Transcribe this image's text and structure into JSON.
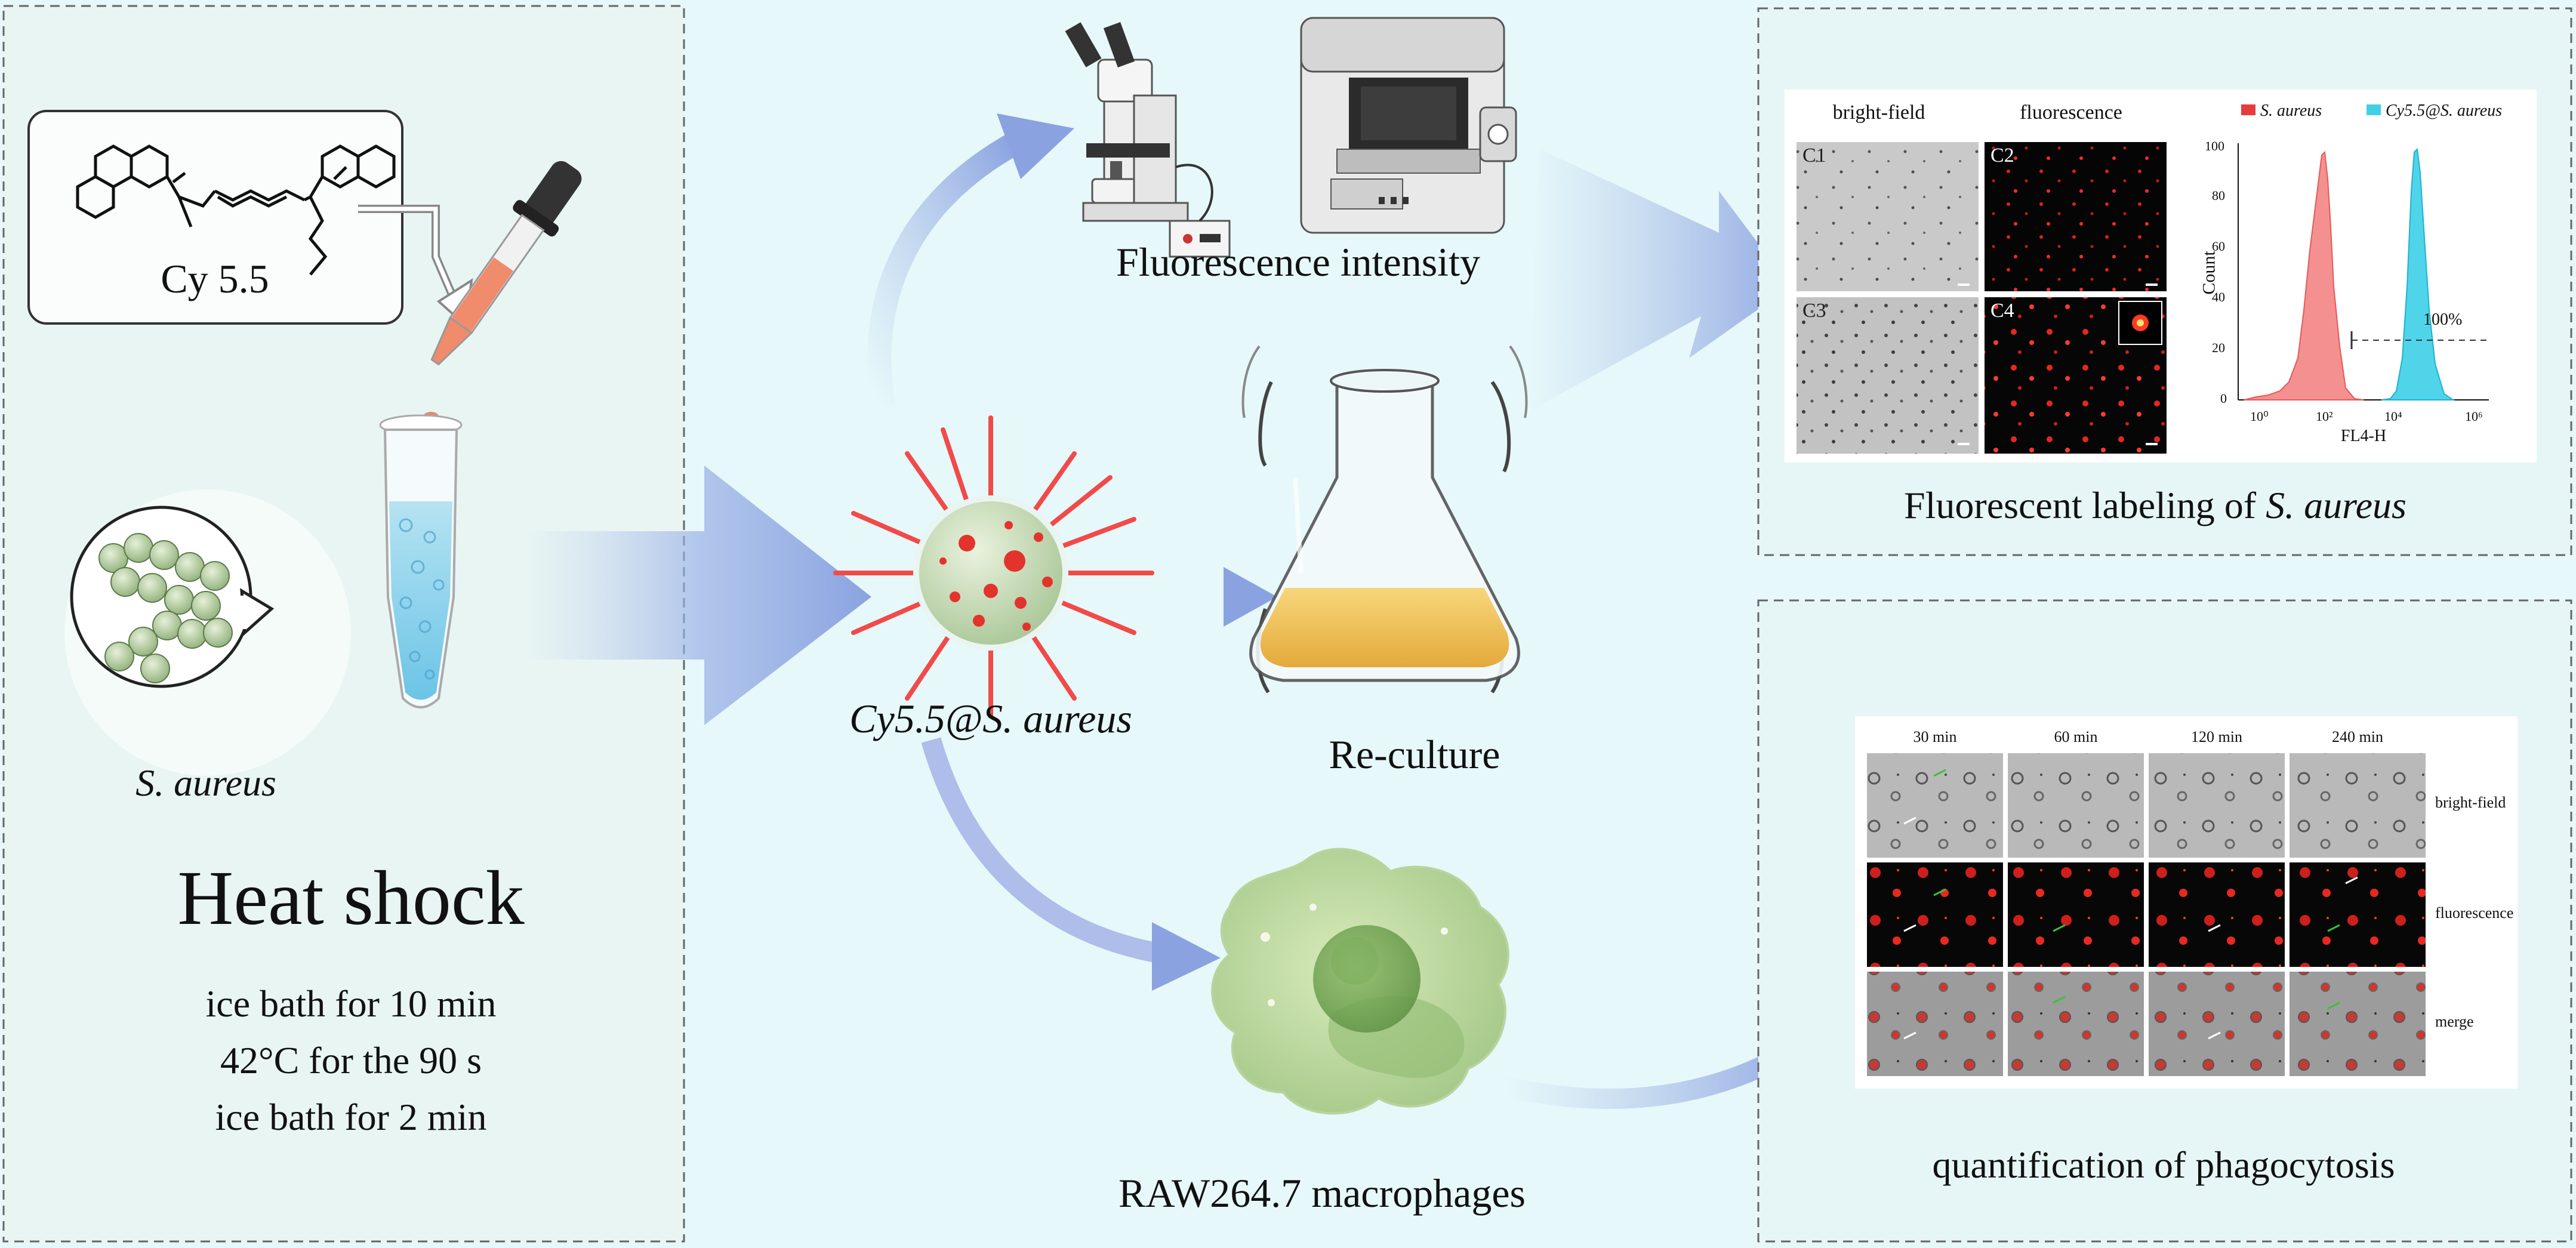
{
  "heat_shock": {
    "dye_label": "Cy 5.5",
    "bacteria_label": "S. aureus",
    "title": "Heat shock",
    "steps": [
      "ice bath for 10 min",
      "42°C for the 90 s",
      "ice bath for 2 min"
    ]
  },
  "center": {
    "labeled_bacteria_label": "Cy5.5@S. aureus",
    "fluorescence_intensity_label": "Fluorescence intensity",
    "reculture_label": "Re-culture",
    "macrophage_label": "RAW264.7 macrophages"
  },
  "labeling_panel": {
    "caption_prefix": "Fluorescent labeling of ",
    "caption_italic": "S. aureus",
    "col_headers": [
      "bright-field",
      "fluorescence"
    ],
    "tile_labels": [
      "C1",
      "C2",
      "C3",
      "C4"
    ],
    "histogram": {
      "legend": [
        "S. aureus",
        "Cy5.5@S. aureus"
      ],
      "y_label": "Count",
      "y_ticks": [
        "0",
        "20",
        "40",
        "60",
        "80",
        "100"
      ],
      "x_label": "FL4-H",
      "x_ticks": [
        "10⁰",
        "10²",
        "10⁴",
        "10⁶"
      ],
      "gate_label": "100%",
      "colors": {
        "unlabeled": "#f08080",
        "labeled": "#40d0e6"
      }
    }
  },
  "phagocytosis_panel": {
    "caption": "quantification of phagocytosis",
    "time_headers": [
      "30 min",
      "60 min",
      "120 min",
      "240 min"
    ],
    "row_labels": [
      "bright-field",
      "fluorescence",
      "merge"
    ]
  }
}
